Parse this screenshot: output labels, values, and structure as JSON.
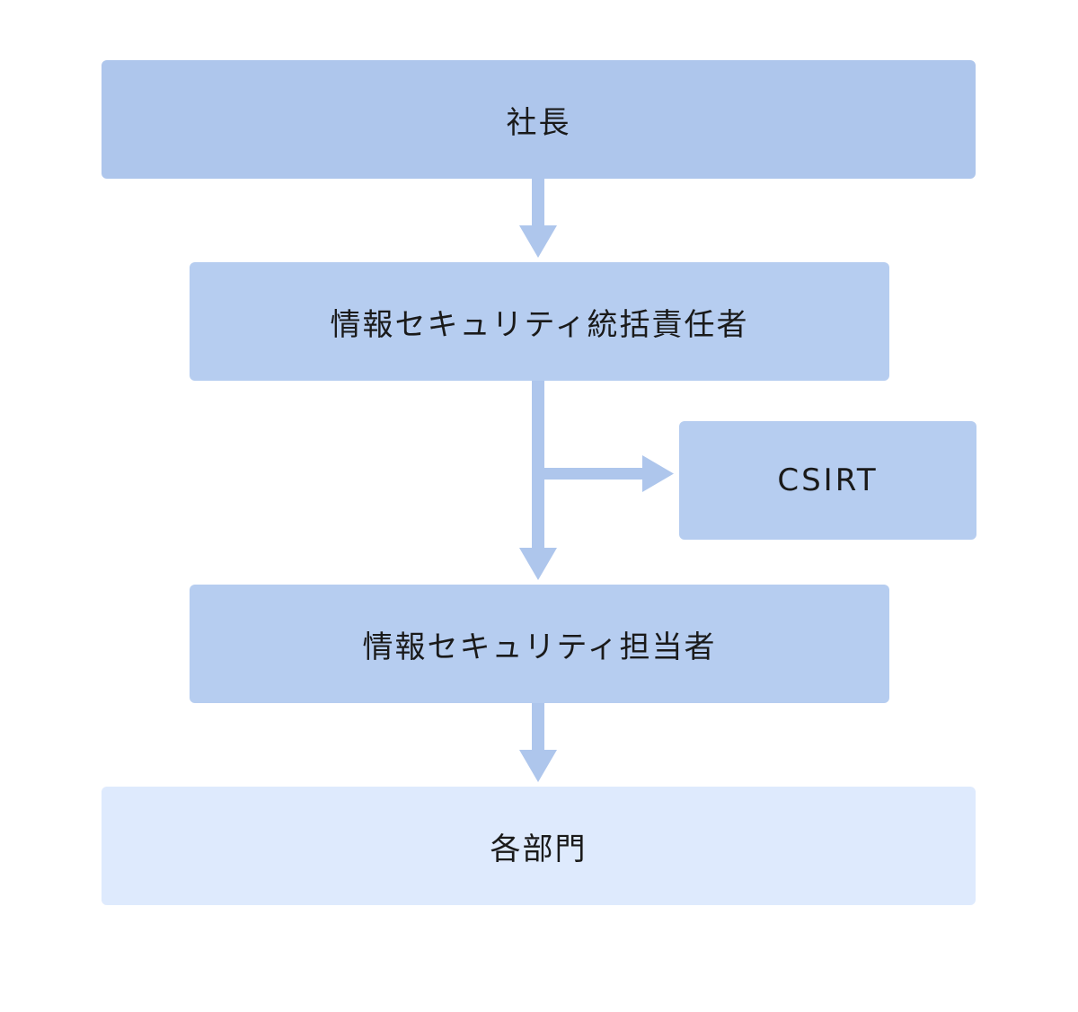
{
  "nodes": {
    "president": "社長",
    "ciso": "情報セキュリティ統括責任者",
    "csirt": "CSIRT",
    "officer": "情報セキュリティ担当者",
    "departments": "各部門"
  },
  "colors": {
    "box_top": "#aec6ec",
    "box_mid": "#b6cdf0",
    "box_bottom": "#deeafd",
    "arrow": "#aec6ec"
  }
}
